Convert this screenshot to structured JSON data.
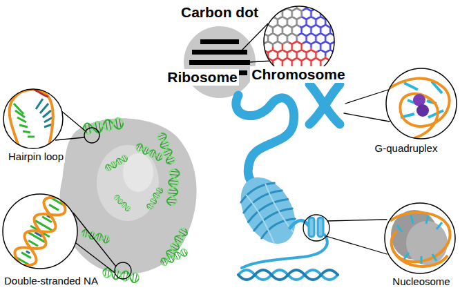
{
  "diagram": {
    "labels": [
      "Carbon dot",
      "Ribosome",
      "Chromosome",
      "Hairpin loop",
      "Double-stranded NA",
      "G-quadruplex",
      "Nucleosome"
    ]
  }
}
